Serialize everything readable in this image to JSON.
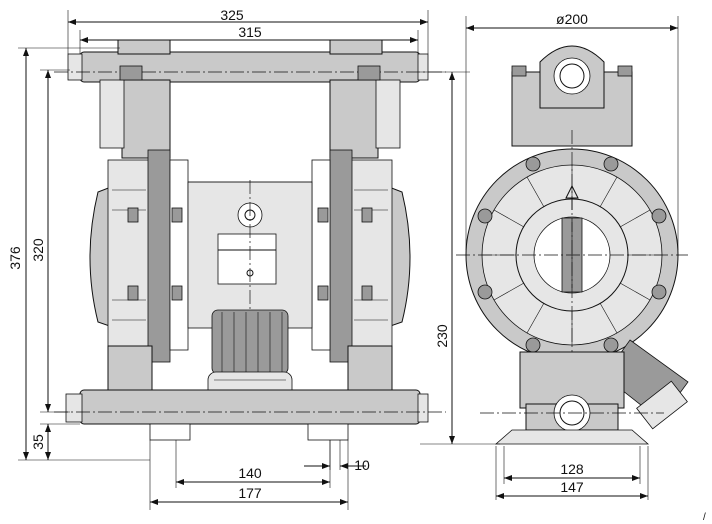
{
  "drawing": {
    "front_view": {
      "width_overall": "325",
      "width_ports": "315",
      "height_overall": "376",
      "height_ports": "320",
      "base_height": "35",
      "foot_spacing": "140",
      "foot_outer": "177",
      "foot_width": "10"
    },
    "side_view": {
      "diameter": "ø200",
      "outlet_height": "230",
      "base_inner": "128",
      "base_outer": "147"
    },
    "corner_mark": "/"
  }
}
